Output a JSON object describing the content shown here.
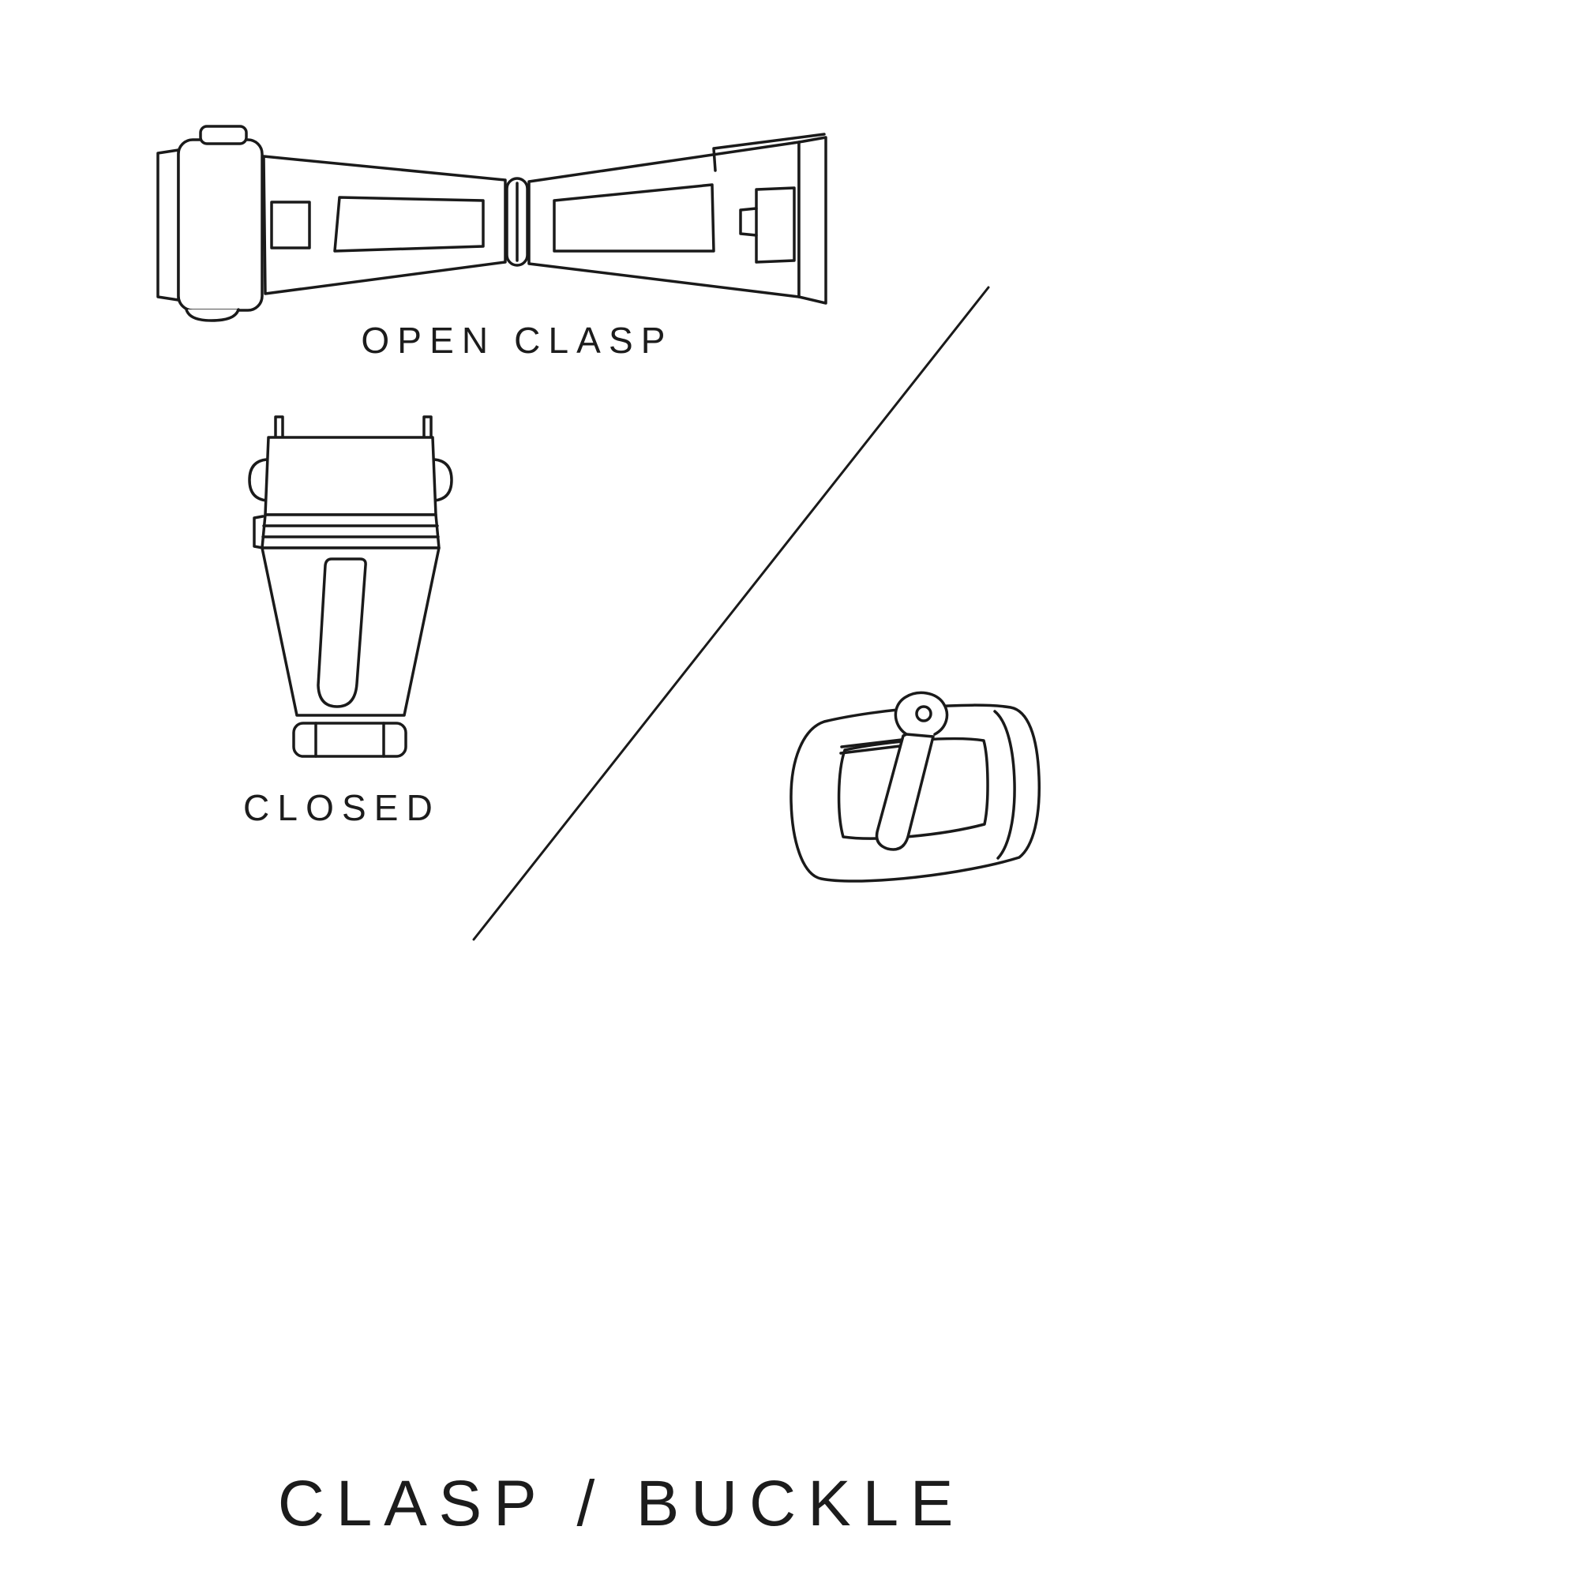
{
  "page": {
    "title": "CLASP / BUCKLE",
    "background_color": "#ffffff",
    "line_color": "#1a1a1a"
  },
  "illustrations": {
    "open_clasp": {
      "icon": "open-clasp-illustration",
      "label": "OPEN CLASP"
    },
    "closed_clasp": {
      "icon": "closed-clasp-illustration",
      "label": "CLOSED"
    },
    "buckle": {
      "icon": "tang-buckle-illustration"
    },
    "divider": {
      "icon": "diagonal-divider-line"
    }
  }
}
